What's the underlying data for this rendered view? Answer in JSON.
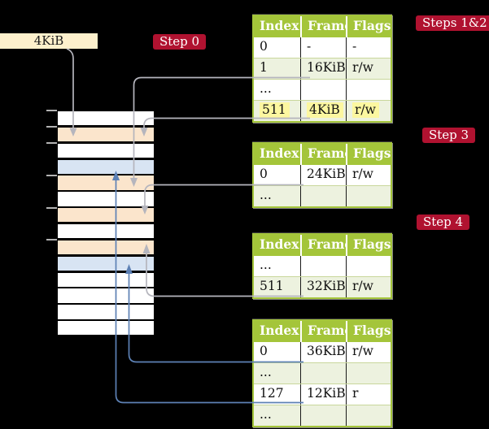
{
  "colors": {
    "background": "#000000",
    "step_badge_red": "#b01230",
    "table_header_green": "#a4c53a",
    "table_row_green": "#edf2df",
    "highlight_yellow": "#fcf7a0",
    "frame_page_table_orange": "#fbe5cc",
    "frame_mapped_page_blue": "#d8e4f3",
    "frame_free_white": "#ffffff",
    "cr3_box_cream": "#fdf0cc",
    "pointer_gray": "#b5b5bd",
    "pointer_blue": "#5d81b5"
  },
  "cr3_box": {
    "label": "4KiB"
  },
  "badges": {
    "step0": "Step 0",
    "steps12": "Steps 1&2",
    "step3": "Step 3",
    "step4": "Step 4"
  },
  "tables": [
    {
      "headers": [
        "Index",
        "Frame",
        "Flags"
      ],
      "rows": [
        {
          "index": "0",
          "frame": "-",
          "flags": "-"
        },
        {
          "index": "1",
          "frame": "16KiB",
          "flags": "r/w"
        },
        {
          "index": "...",
          "frame": "",
          "flags": ""
        },
        {
          "index": "511",
          "frame": "4KiB",
          "flags": "r/w"
        }
      ]
    },
    {
      "headers": [
        "Index",
        "Frame",
        "Flags"
      ],
      "rows": [
        {
          "index": "0",
          "frame": "24KiB",
          "flags": "r/w"
        },
        {
          "index": "...",
          "frame": "",
          "flags": ""
        }
      ]
    },
    {
      "headers": [
        "Index",
        "Frame",
        "Flags"
      ],
      "rows": [
        {
          "index": "...",
          "frame": "",
          "flags": ""
        },
        {
          "index": "511",
          "frame": "32KiB",
          "flags": "r/w"
        }
      ]
    },
    {
      "headers": [
        "Index",
        "Frame",
        "Flags"
      ],
      "rows": [
        {
          "index": "0",
          "frame": "36KiB",
          "flags": "r/w"
        },
        {
          "index": "...",
          "frame": "",
          "flags": ""
        },
        {
          "index": "127",
          "frame": "12KiB",
          "flags": "r"
        },
        {
          "index": "...",
          "frame": "",
          "flags": ""
        }
      ]
    }
  ]
}
